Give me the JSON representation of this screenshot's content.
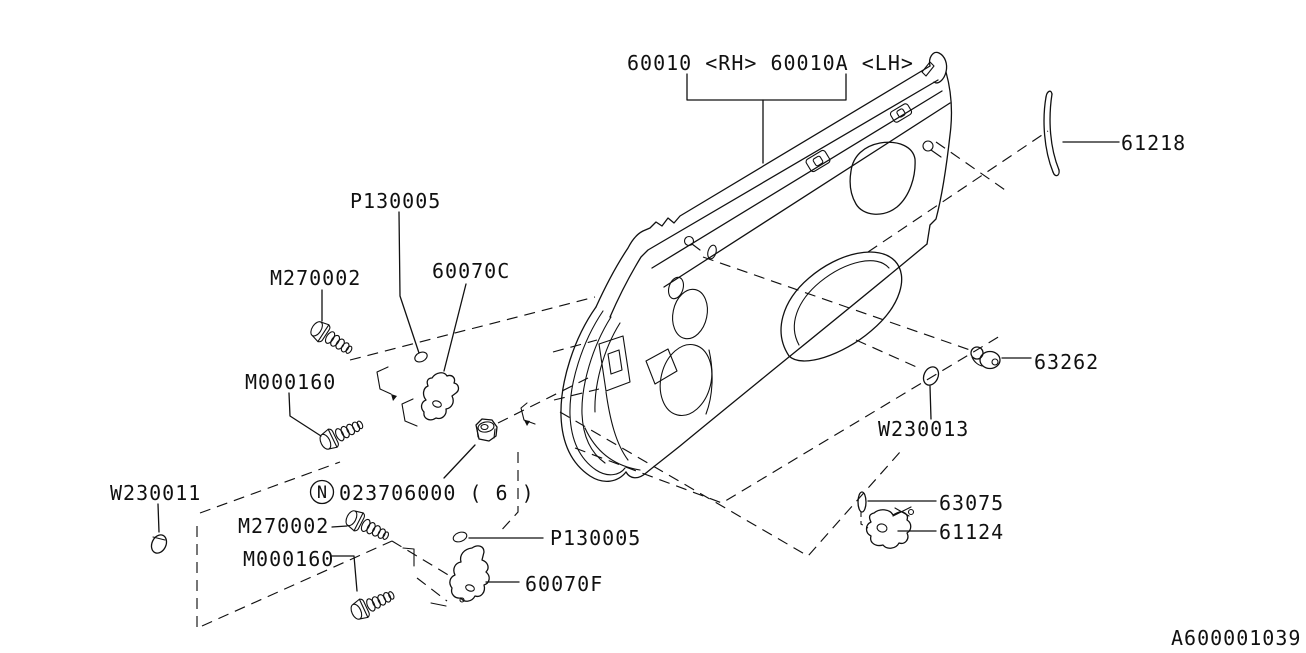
{
  "colors": {
    "background": "#ffffff",
    "line": "#111111"
  },
  "labels": {
    "assembly_title": "60010 <RH> 60010A <LH>",
    "sash_strip": "61218",
    "clip_upper": "P130005",
    "hinge_upper": "60070C",
    "flange_bolt_upper": "M270002",
    "hinge_bolt_upper": "M000160",
    "plug_front": "W230011",
    "nut_symbol": "N",
    "nut_part_number": "023706000 ( 6 )",
    "flange_bolt_lower": "M270002",
    "hinge_bolt_lower": "M000160",
    "clip_lower": "P130005",
    "hinge_lower": "60070F",
    "bumper_grommet": "63262",
    "plug_rear": "W230013",
    "check_pin": "63075",
    "door_check": "61124",
    "drawing_number": "A600001039"
  }
}
